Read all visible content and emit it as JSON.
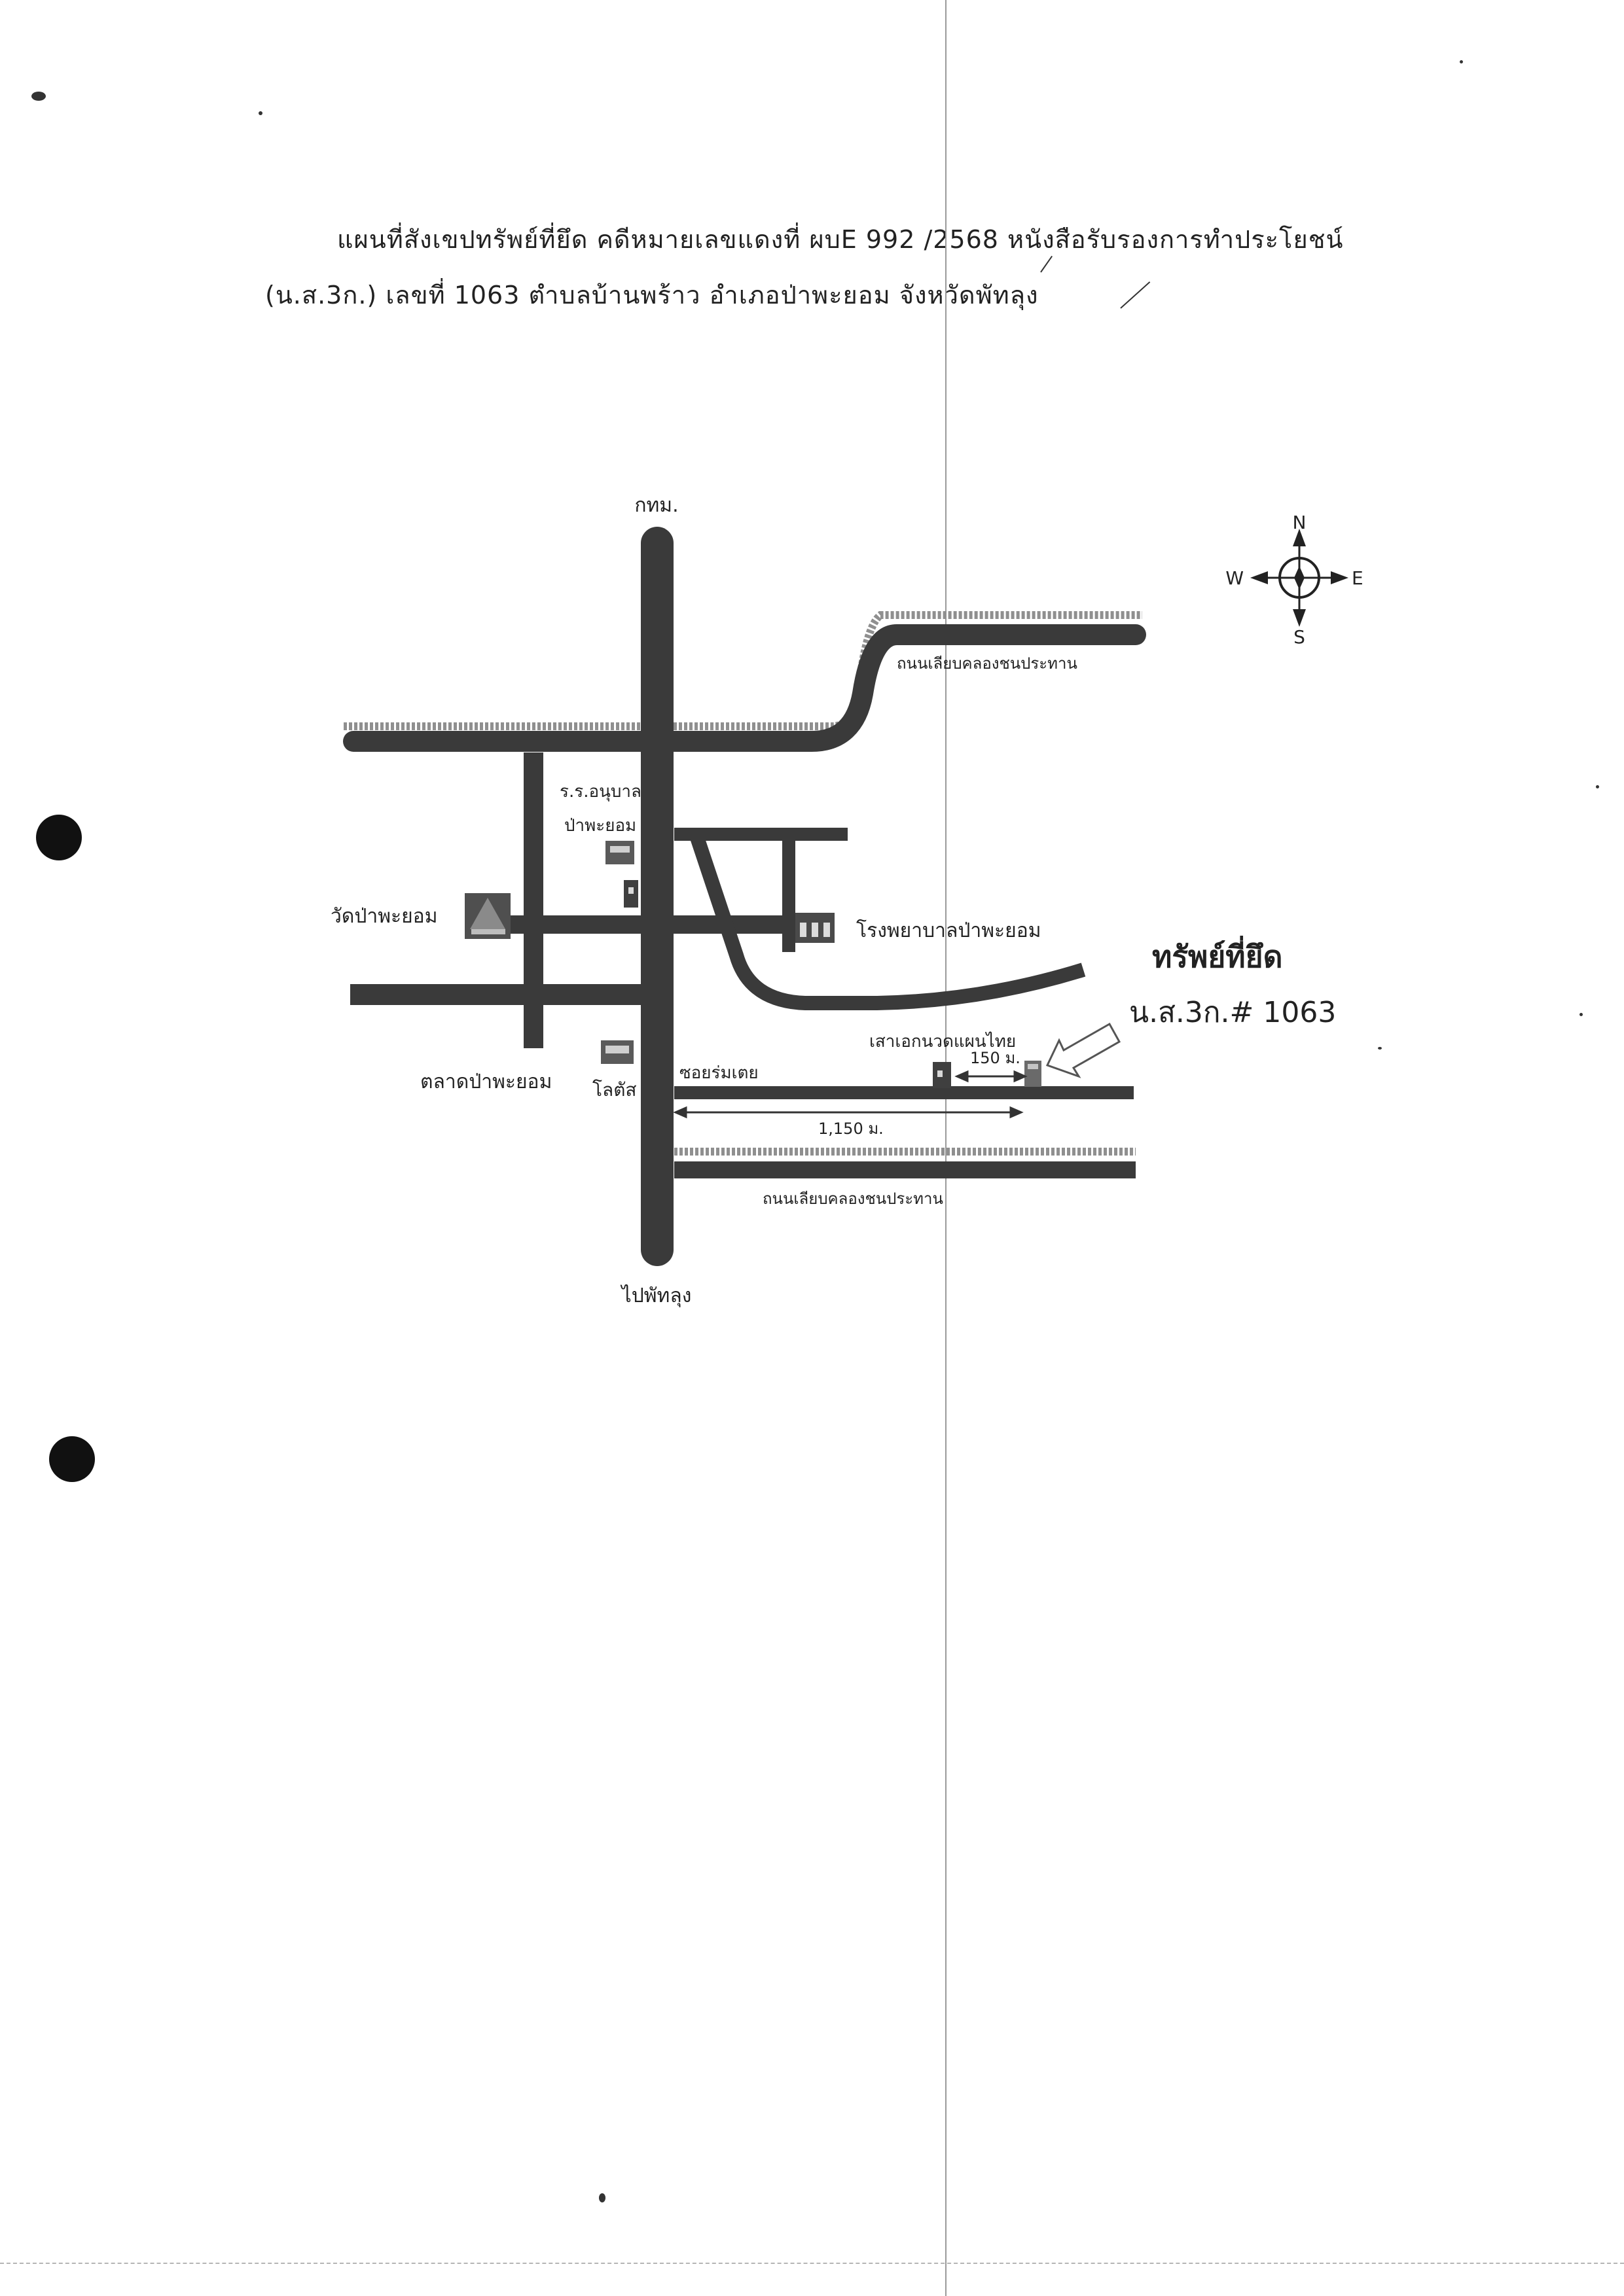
{
  "header": {
    "line1": "แผนที่สังเขปทรัพย์ที่ยึด  คดีหมายเลขแดงที่  ผบE  992  /2568  หนังสือรับรองการทำประโยชน์",
    "line2": "(น.ส.3ก.)  เลขที่  1063   ตำบลบ้านพร้าว   อำเภอป่าพะยอม   จังหวัดพัทลุง"
  },
  "compass": {
    "north": "N",
    "south": "S",
    "east": "E",
    "west": "W"
  },
  "map": {
    "road_top_direction": "กทม.",
    "road_bottom_direction": "ไปพัทลุง",
    "canal_road_upper": "ถนนเลียบคลองชนประทาน",
    "canal_road_lower": "ถนนเลียบคลองชนประทาน",
    "school_line1": "ร.ร.อนุบาล",
    "school_line2": "ป่าพะยอม",
    "temple": "วัดป่าพะยอม",
    "hospital": "โรงพยาบาลป่าพะยอม",
    "market": "ตลาดป่าพะยอม",
    "lotus": "โลตัส",
    "soi": "ซอยร่มเตย",
    "massage": "เสาเอกนวดแผนไทย",
    "distance_short": "150 ม.",
    "distance_long": "1,150 ม.",
    "seized_title": "ทรัพย์ที่ยึด",
    "seized_doc": "น.ส.3ก.# 1063"
  }
}
